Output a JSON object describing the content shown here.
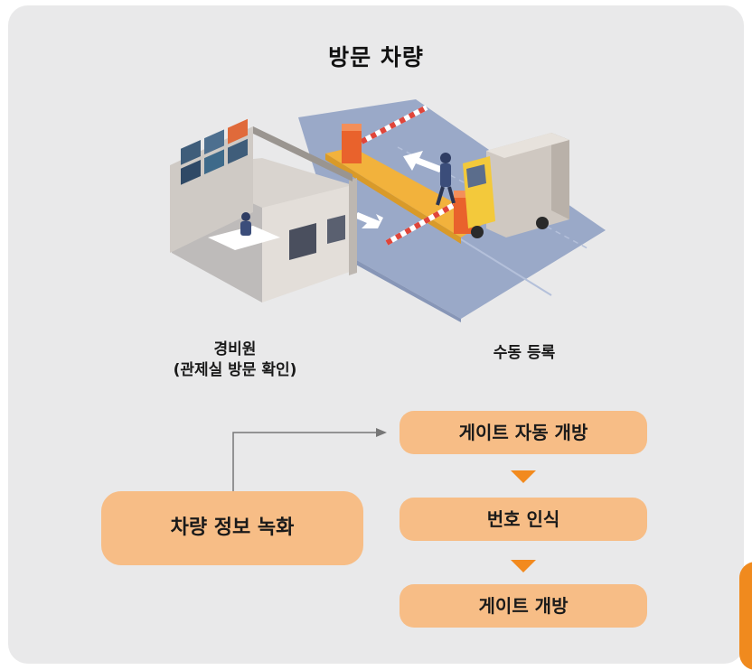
{
  "title": "방문 차량",
  "labels": {
    "guard_line1": "경비원",
    "guard_line2": "(관제실 방문 확인)",
    "manual": "수동 등록"
  },
  "flow": {
    "record": "차량 정보 녹화",
    "steps": [
      "게이트 자동 개방",
      "번호 인식",
      "게이트 개방"
    ]
  },
  "colors": {
    "panel": "#e9e9ea",
    "pill": "#f7bd86",
    "arrow": "#f28a1e",
    "accent": "#f08a1e"
  }
}
